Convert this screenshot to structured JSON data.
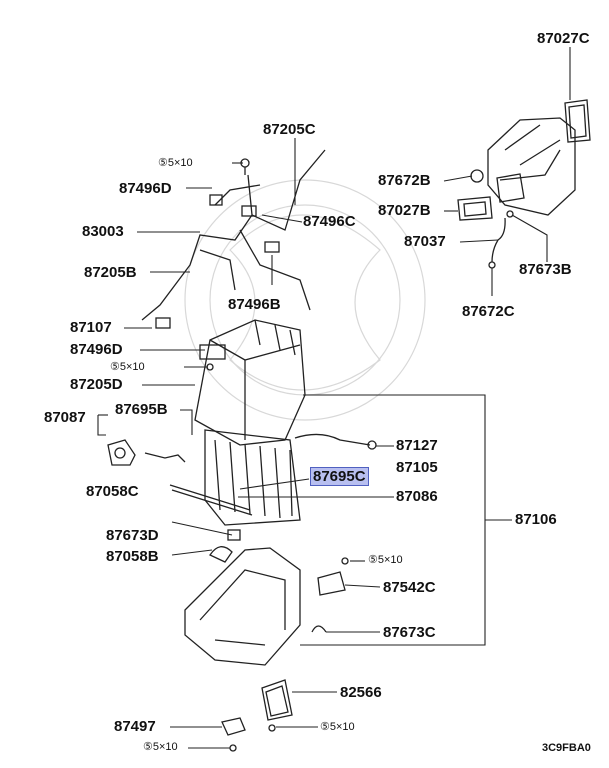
{
  "labels": {
    "p87027C": "87027C",
    "p87205C_top": "87205C",
    "bolt_5x10_a": "⑤5×10",
    "p87496D_a": "87496D",
    "p83003": "83003",
    "p87496C": "87496C",
    "p87205B": "87205B",
    "p87496B": "87496B",
    "p87672B": "87672B",
    "p87027B": "87027B",
    "p87037": "87037",
    "p87673B": "87673B",
    "p87672C": "87672C",
    "p87107": "87107",
    "p87496D_b": "87496D",
    "bolt_5x10_b": "⑤5×10",
    "p87205D": "87205D",
    "p87087": "87087",
    "p87695B": "87695B",
    "p87127": "87127",
    "p87695C": "87695C",
    "p87105": "87105",
    "p87058C": "87058C",
    "p87086": "87086",
    "p87106": "87106",
    "p87673D": "87673D",
    "p87058B": "87058B",
    "bolt_5x10_c": "⑤5×10",
    "p87542C": "87542C",
    "p87673C": "87673C",
    "p82566": "82566",
    "p87497": "87497",
    "bolt_5x10_d": "⑤5×10",
    "bolt_5x10_e": "⑤5×10",
    "diagram_code": "3C9FBA0"
  },
  "highlight_color": "#b8bff0"
}
